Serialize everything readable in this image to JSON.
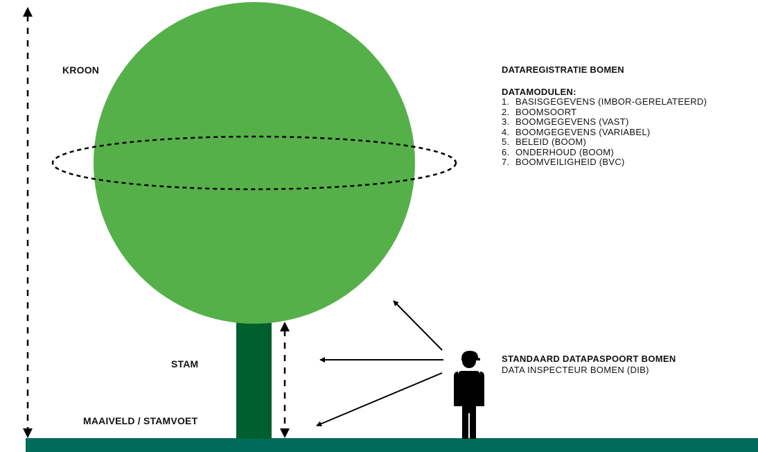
{
  "labels": {
    "kroon": "KROON",
    "stam": "STAM",
    "maaiveld": "MAAIVELD / STAMVOET"
  },
  "info": {
    "title": "DATAREGISTRATIE BOMEN",
    "modules_heading": "DATAMODULEN:",
    "modules": [
      {
        "num": "1.",
        "text": "BASISGEGEVENS (IMBOR-GERELATEERD)"
      },
      {
        "num": "2.",
        "text": "BOOMSOORT"
      },
      {
        "num": "3.",
        "text": "BOOMGEGEVENS (VAST)"
      },
      {
        "num": "4.",
        "text": "BOOMGEGEVENS (VARIABEL)"
      },
      {
        "num": "5.",
        "text": "BELEID (BOOM)"
      },
      {
        "num": "6.",
        "text": "ONDERHOUD (BOOM)"
      },
      {
        "num": "7.",
        "text": "BOOMVEILIGHEID (BVC)"
      }
    ]
  },
  "inspector": {
    "title": "STANDAARD DATAPASPOORT BOMEN",
    "subtitle": "DATA INSPECTEUR BOMEN (DIB)",
    "icon": "person-with-cap-icon"
  },
  "colors": {
    "crown": "#56b04a",
    "trunk": "#005f2e",
    "ground": "#006b5b",
    "line": "#000000"
  }
}
